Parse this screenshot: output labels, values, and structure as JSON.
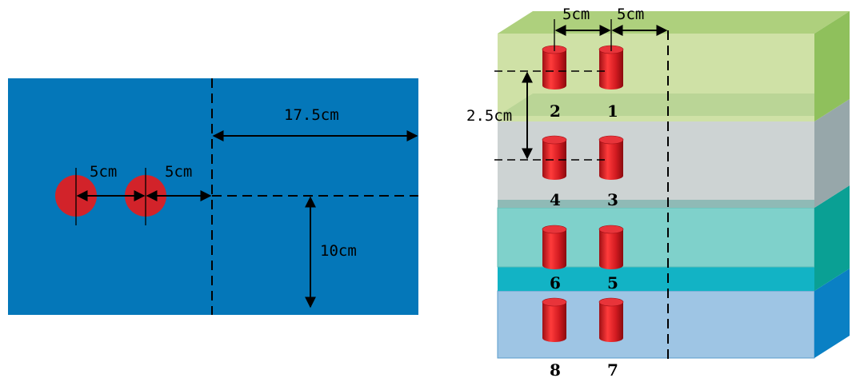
{
  "plan_view": {
    "label_spacing": "5cm",
    "label_edge_gap": "5cm",
    "label_width": "17.5cm",
    "label_depth": "10cm"
  },
  "layered_view": {
    "label_top_spacing_a": "5cm",
    "label_top_spacing_b": "5cm",
    "label_vertical": "2.5cm",
    "sensor_labels": [
      "1",
      "2",
      "3",
      "4",
      "5",
      "6",
      "7",
      "8"
    ]
  },
  "colors": {
    "plan_background": "#0477b9",
    "probe_red": "#d2232a",
    "layer_green": "#cfe1a6",
    "layer_gray": "#cdd3d3",
    "layer_teal": "#7fd1cb",
    "layer_cyan": "#13b3c6",
    "layer_blue": "#9ec5e4"
  }
}
